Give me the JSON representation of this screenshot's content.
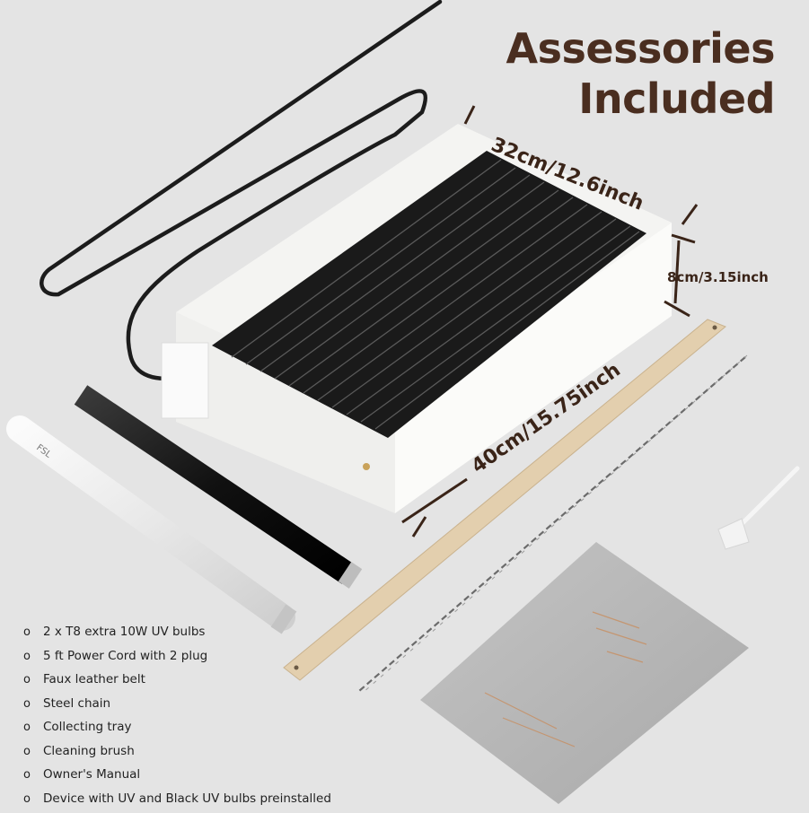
{
  "title": {
    "line1": "Assessories",
    "line2": "Included"
  },
  "dimensions": {
    "width": "32cm/12.6inch",
    "height": "8cm/3.15inch",
    "length": "40cm/15.75inch"
  },
  "bulb_brand": "FSL",
  "bullet_symbol": "o",
  "accessories": [
    "2 x T8 extra 10W UV bulbs",
    "5 ft Power Cord with 2 plug",
    "Faux leather belt",
    "Steel chain",
    "Collecting tray",
    "Cleaning brush",
    "Owner's Manual",
    "Device with UV and Black UV bulbs preinstalled"
  ],
  "colors": {
    "background": "#e4e4e4",
    "title": "#4a2e20",
    "device_body": "#f7f7f5",
    "grille": "#1a1a1a",
    "belt": "#e3cfae",
    "manual": "#b9b9b9"
  }
}
